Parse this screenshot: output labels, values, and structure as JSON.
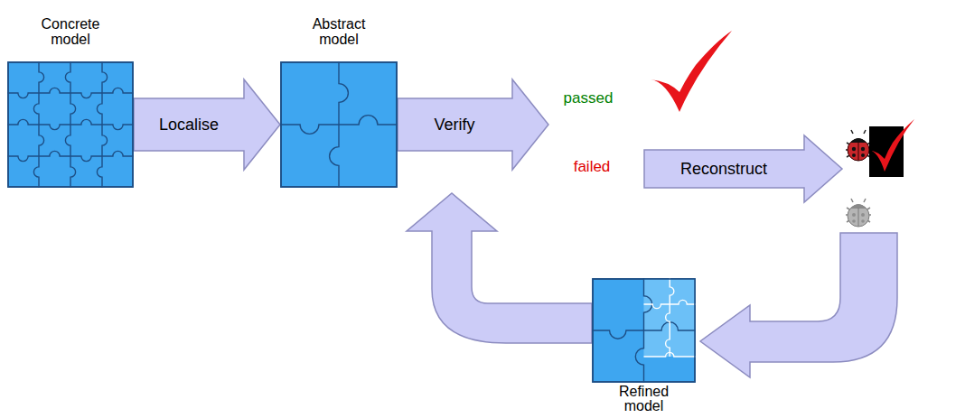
{
  "diagram": {
    "nodes": [
      {
        "text": [
          "Concrete model"
        ]
      },
      {
        "text": [
          "Abstract model"
        ]
      },
      {
        "text": [
          "Refined model"
        ]
      }
    ],
    "edges": [
      {
        "from": 0,
        "to": 1,
        "label": "Localise",
        "arrow": "to"
      },
      {
        "from": 2,
        "to": 1,
        "arrow": "to"
      }
    ],
    "labels": [
      "Verify",
      "passed",
      "failed",
      "Reconstruct"
    ]
  }
}
